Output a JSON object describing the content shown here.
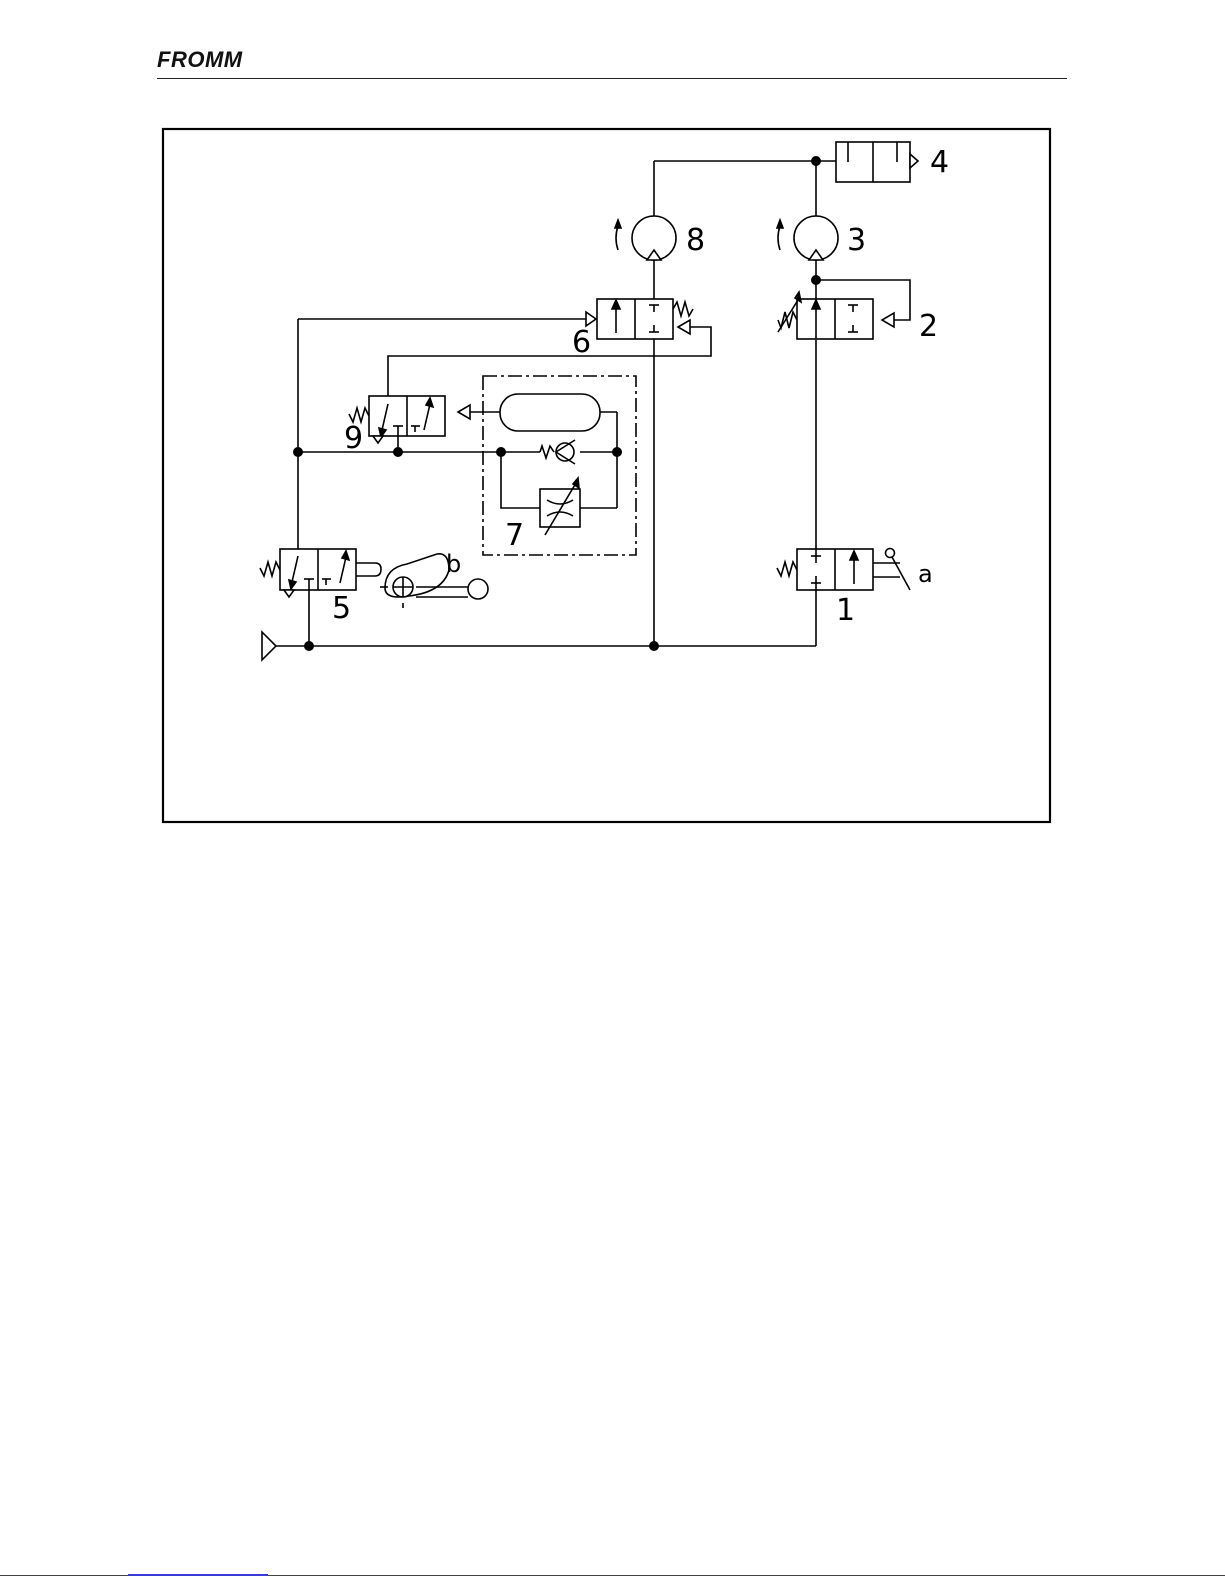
{
  "header": {
    "logo_text": "FROMM"
  },
  "diagram": {
    "labels": {
      "c1": "1",
      "c2": "2",
      "c3": "3",
      "c4": "4",
      "c5": "5",
      "c6": "6",
      "c7": "7",
      "c8": "8",
      "c9": "9",
      "a": "a",
      "b": "b"
    }
  }
}
